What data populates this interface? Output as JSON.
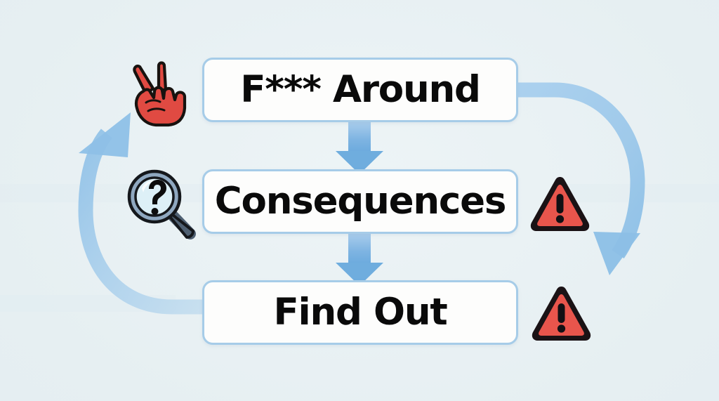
{
  "diagram": {
    "title": "F*** Around, Consequences, Find Out cycle",
    "background_color": "#e9f1f3",
    "nodes": [
      {
        "id": "fuck-around",
        "label": "F*** Around",
        "fill": "#fdfdfc",
        "border_color": "#a6cce8"
      },
      {
        "id": "consequences",
        "label": "Consequences",
        "fill": "#fdfdfc",
        "border_color": "#a6cce8"
      },
      {
        "id": "find-out",
        "label": "Find Out",
        "fill": "#fdfdfc",
        "border_color": "#a6cce8"
      }
    ],
    "connectors": [
      {
        "id": "down-1",
        "from": "fuck-around",
        "to": "consequences",
        "style": "straight-down-arrow",
        "color": "#7eb4e2"
      },
      {
        "id": "down-2",
        "from": "consequences",
        "to": "find-out",
        "style": "straight-down-arrow",
        "color": "#7eb4e2"
      },
      {
        "id": "loop-right",
        "from": "fuck-around",
        "to": "find-out",
        "style": "curved-loop-arrow",
        "color": "#9ac8ea"
      },
      {
        "id": "loop-left",
        "from": "find-out",
        "to": "fuck-around",
        "style": "curved-loop-arrow",
        "color": "#9ac8ea"
      }
    ],
    "icons": [
      {
        "id": "victory-hand",
        "name": "victory-hand-icon",
        "glyph": "✌",
        "near_node": "fuck-around",
        "color": "#e04a42"
      },
      {
        "id": "magnifier",
        "name": "magnifier-question-icon",
        "glyph": "🔍",
        "near_node": "consequences",
        "color": "#8fa8c0"
      },
      {
        "id": "warning-1",
        "name": "warning-triangle-icon",
        "glyph": "⚠",
        "near_node": "consequences",
        "color": "#e8554c"
      },
      {
        "id": "warning-2",
        "name": "warning-triangle-icon",
        "glyph": "⚠",
        "near_node": "find-out",
        "color": "#e8554c"
      }
    ],
    "colors": {
      "arrow_solid": "#7eb4e2",
      "arrow_loop": "#9ac8ea",
      "box_border": "#a6cce8",
      "box_fill": "#fdfdfc",
      "text": "#0a0a0a",
      "warning_red": "#e8554c",
      "warning_outline": "#1a1215",
      "hand_red": "#e04a42",
      "lens_fill": "#ddf0f7",
      "lens_rim": "#8fa8c0",
      "handle": "#4f6072"
    }
  }
}
